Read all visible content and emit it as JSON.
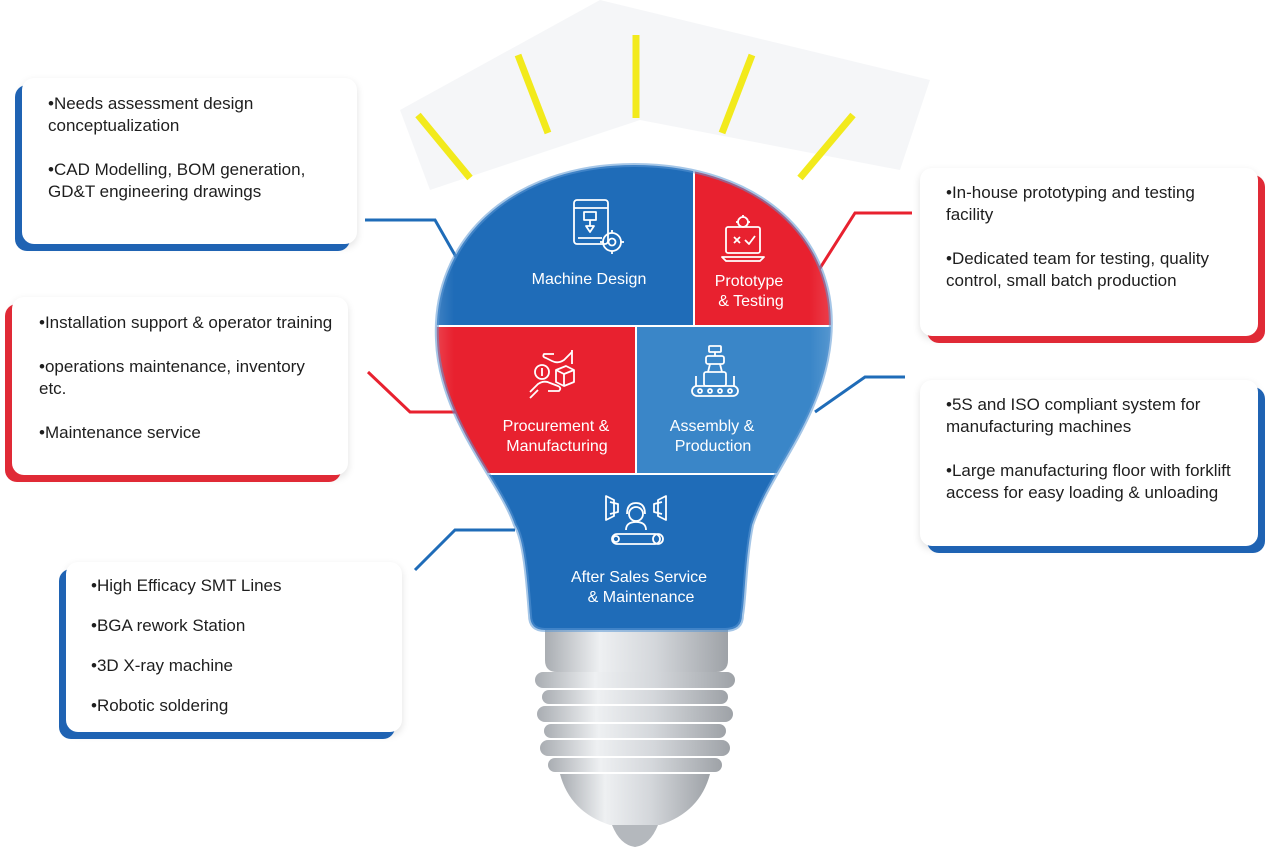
{
  "segments": {
    "machine_design": [
      "Machine Design"
    ],
    "prototype": [
      "Prototype",
      "& Testing"
    ],
    "procurement": [
      "Procurement &",
      "Manufacturing"
    ],
    "assembly": [
      "Assembly &",
      "Production"
    ],
    "after_sales": [
      "After Sales Service",
      "& Maintenance"
    ]
  },
  "callouts": {
    "design": [
      "•Needs assessment design conceptualization",
      "•CAD Modelling, BOM generation, GD&T engineering drawings"
    ],
    "prototype": [
      "•In-house prototyping and testing facility",
      "•Dedicated team for testing, quality control, small batch production"
    ],
    "procurement": [
      "•Installation support & operator training",
      "•operations maintenance, inventory etc.",
      "•Maintenance service"
    ],
    "assembly": [
      "•5S and ISO compliant system for manufacturing machines",
      "•Large manufacturing floor with forklift access for easy loading & unloading"
    ],
    "after_sales": [
      "•High Efficacy SMT Lines",
      "•BGA rework Station",
      "•3D X-ray machine",
      "•Robotic soldering"
    ]
  },
  "colors": {
    "blue": "#1f6cb8",
    "light_blue": "#3a86c8",
    "red": "#e8212f",
    "ray_yellow": "#f2ea1c"
  }
}
